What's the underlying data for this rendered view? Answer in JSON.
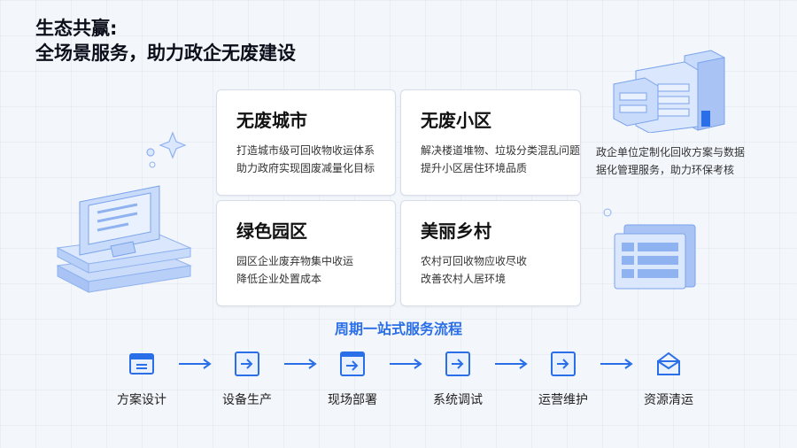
{
  "header": {
    "title_line1": "生态共赢:",
    "title_line2": "全场景服务，助力政企无废建设"
  },
  "cards": [
    {
      "title": "无废城市",
      "line1": "打造城市级可回收物收运体系",
      "line2": "助力政府实现固废减量化目标"
    },
    {
      "title": "无废小区",
      "line1": "解决楼道堆物、垃圾分类混乱问题",
      "line2": "提升小区居住环境品质"
    },
    {
      "title": "绿色园区",
      "line1": "园区企业废弃物集中收运",
      "line2": "降低企业处置成本"
    },
    {
      "title": "美丽乡村",
      "line1": "农村可回收物应收尽收",
      "line2": "改善农村人居环境"
    }
  ],
  "right_panel": {
    "line1": "政企单位定制化回收方案与数据",
    "line2": "据化管理服务，助力环保考核"
  },
  "process": {
    "title": "周期一站式服务流程",
    "steps": [
      "方案设计",
      "设备生产",
      "现场部署",
      "系统调试",
      "运营维护",
      "资源清运"
    ]
  },
  "colors": {
    "accent": "#2a6ee8",
    "card_border": "#d7deea",
    "background": "#f3f6fb"
  },
  "icons": {
    "step_icons": [
      "folder-icon",
      "arrow-box-icon",
      "arrow-box-icon",
      "arrow-box-icon",
      "arrow-box-icon",
      "envelope-box-icon"
    ]
  }
}
